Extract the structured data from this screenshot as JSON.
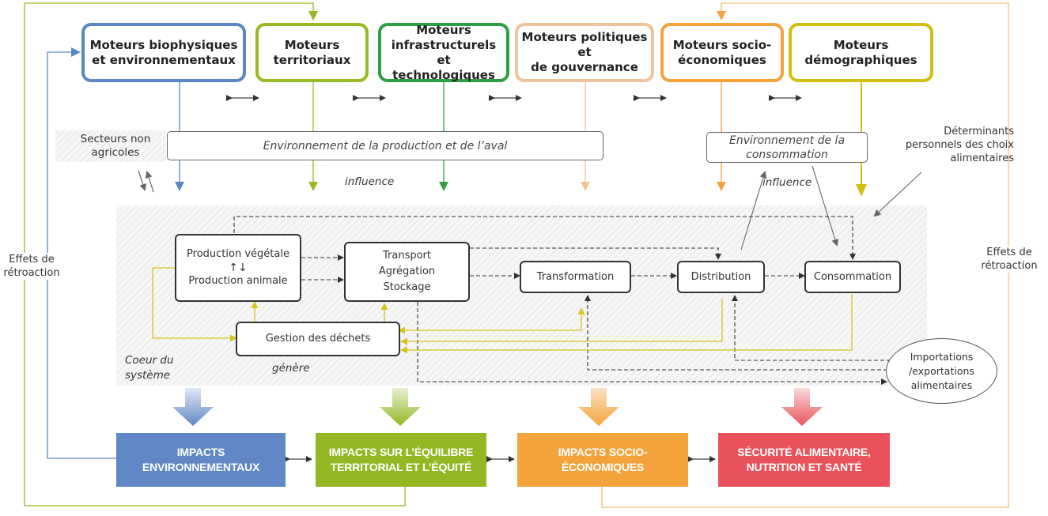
{
  "colors": {
    "biophysique": "#5b87c5",
    "territorial": "#97b924",
    "infrastructure": "#2ea043",
    "politique": "#f0c49a",
    "socioeco": "#f4a33c",
    "demographique": "#d3be12",
    "waste_flow": "#d6c41a",
    "impact_env": "#6088c6",
    "impact_terr": "#94b823",
    "impact_socio": "#f4a33c",
    "impact_secu": "#e9525a"
  },
  "drivers": [
    {
      "id": "biophysique",
      "line1": "Moteurs biophysiques",
      "line2": "et environnementaux"
    },
    {
      "id": "territorial",
      "line1": "Moteurs",
      "line2": "territoriaux"
    },
    {
      "id": "infrastructure",
      "line1": "Moteurs",
      "line2": "infrastructurels et",
      "line3": "technologiques"
    },
    {
      "id": "politique",
      "line1": "Moteurs politiques et",
      "line2": "de gouvernance"
    },
    {
      "id": "socioeco",
      "line1": "Moteurs socio-",
      "line2": "économiques"
    },
    {
      "id": "demographique",
      "line1": "Moteurs",
      "line2": "démographiques"
    }
  ],
  "environments": {
    "production": "Environnement de la production et de l’aval",
    "consommation_line1": "Environnement de la",
    "consommation_line2": "consommation"
  },
  "labels": {
    "secteurs_line1": "Secteurs non",
    "secteurs_line2": "agricoles",
    "influence_left": "influence",
    "influence_right": "influence",
    "determinants_line1": "Déterminants",
    "determinants_line2": "personnels des choix",
    "determinants_line3": "alimentaires",
    "retro_left_line1": "Effets de",
    "retro_left_line2": "rétroaction",
    "retro_right_line1": "Effets de",
    "retro_right_line2": "rétroaction",
    "coeur_line1": "Coeur du",
    "coeur_line2": "système",
    "genere": "génère"
  },
  "core_nodes": {
    "production_vegetale": "Production végétale",
    "production_arrows": "↑↓",
    "production_animale": "Production animale",
    "transport_line1": "Transport",
    "transport_line2": "Agrégation",
    "transport_line3": "Stockage",
    "transformation": "Transformation",
    "distribution": "Distribution",
    "consommation": "Consommation",
    "dechets": "Gestion des déchets",
    "import_line1": "Importations",
    "import_line2": "/exportations",
    "import_line3": "alimentaires"
  },
  "impacts": [
    {
      "id": "env",
      "line1": "IMPACTS",
      "line2": "ENVIRONNEMENTAUX"
    },
    {
      "id": "terr",
      "line1": "IMPACTS SUR L’ÉQUILIBRE",
      "line2": "TERRITORIAL ET L’ÉQUITÉ"
    },
    {
      "id": "socio",
      "line1": "IMPACTS SOCIO-",
      "line2": "ÉCONOMIQUES"
    },
    {
      "id": "secu",
      "line1": "SÉCURITÉ ALIMENTAIRE,",
      "line2": "NUTRITION ET SANTÉ"
    }
  ]
}
